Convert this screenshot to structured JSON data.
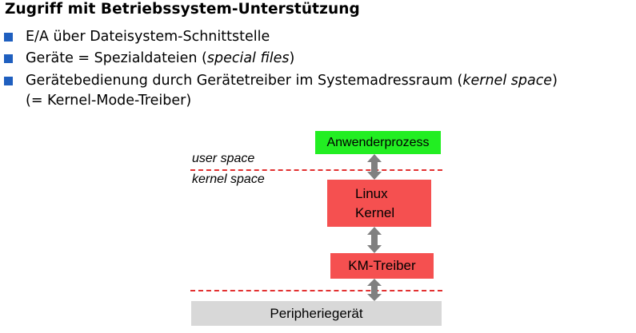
{
  "slide": {
    "title": "Zugriff mit Betriebssystem-Unterstützung",
    "bullets": [
      {
        "before": "E/A über Dateisystem-Schnittstelle",
        "italic": "",
        "after": ""
      },
      {
        "before": "Geräte = Spezialdateien (",
        "italic": "special files",
        "after": ")"
      },
      {
        "before": "Gerätebedienung durch Gerätetreiber im Systemadressraum (",
        "italic": "kernel space",
        "after": ")"
      }
    ],
    "bullet3_continuation": "(= Kernel-Mode-Treiber)"
  },
  "diagram": {
    "user_space_label": "user space",
    "kernel_space_label": "kernel space",
    "boxes": {
      "app": {
        "label": "Anwenderprozess",
        "color": "#22ee22"
      },
      "kernel": {
        "line1": "Linux",
        "line2": "Kernel",
        "color": "#f55050"
      },
      "driver": {
        "label": "KM-Treiber",
        "color": "#f55050"
      },
      "device": {
        "label": "Peripheriegerät",
        "color": "#d8d8d8"
      }
    },
    "separator_color": "#e23030",
    "arrow_color": "#808080",
    "bullet_color": "#1f5fbf"
  }
}
